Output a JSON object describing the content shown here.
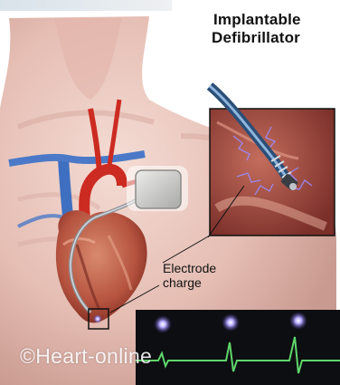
{
  "title": {
    "line1": "Implantable",
    "line2": "Defibrillator"
  },
  "callout": {
    "line1": "Electrode",
    "line2": "charge"
  },
  "watermark": "©Heart-online",
  "colors": {
    "background": "#ffffff",
    "skin": "#e9c6bd",
    "heart": "#b24a3a",
    "artery": "#cc2b22",
    "vein": "#3f6fc0",
    "device": "#c9c9c7",
    "ecg_panel": "#0d0e12",
    "ecg_trace": "#5fd66a",
    "spark": "#8f7dff"
  },
  "icons": [
    "implanted-device",
    "electrode-lead",
    "ecg-trace",
    "spark-glow"
  ]
}
